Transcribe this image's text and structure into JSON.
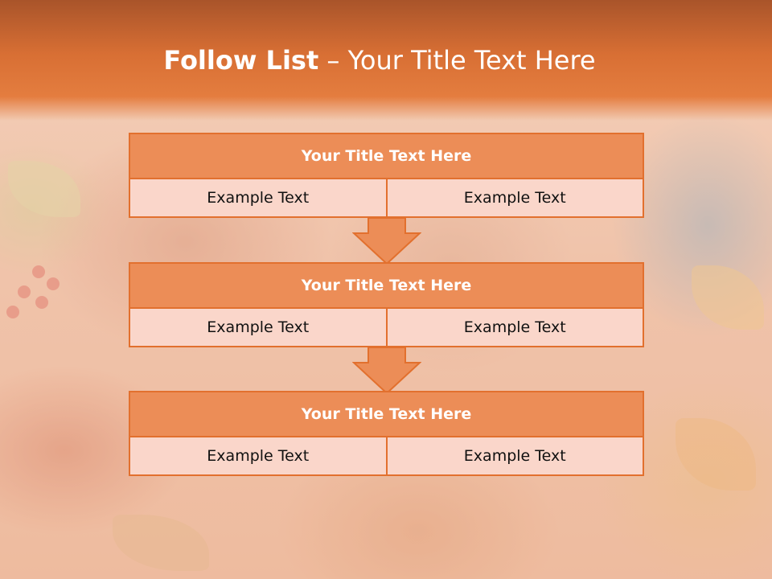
{
  "slide": {
    "title_bold": "Follow List",
    "title_rest": " – Your Title Text Here"
  },
  "blocks": [
    {
      "heading": "Your Title Text Here",
      "left": "Example Text",
      "right": "Example Text"
    },
    {
      "heading": "Your Title Text Here",
      "left": "Example Text",
      "right": "Example Text"
    },
    {
      "heading": "Your Title Text Here",
      "left": "Example Text",
      "right": "Example Text"
    }
  ],
  "colors": {
    "header": "#e47d3f",
    "block_head": "#ec8d57",
    "block_border": "#e2702e",
    "cell_fill": "#fad6ca",
    "arrow": "#ec8d57"
  }
}
